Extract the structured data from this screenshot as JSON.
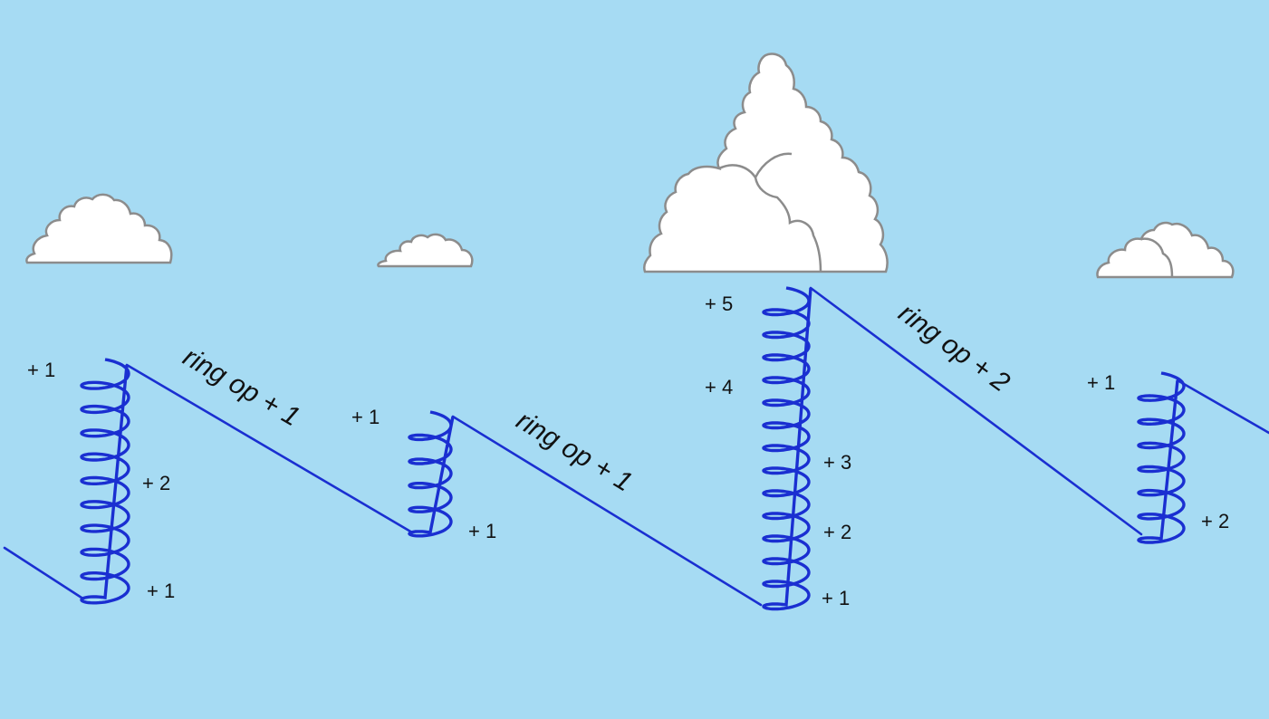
{
  "colors": {
    "sky": "#a6dbf3",
    "spring": "#1a2fd1",
    "cloud_fill": "#ffffff",
    "cloud_outline": "#8c8c8c"
  },
  "springs": [
    {
      "labels": [
        "+ 1",
        "+ 2",
        "+ 1"
      ]
    },
    {
      "labels": [
        "+ 1",
        "+ 1"
      ]
    },
    {
      "labels": [
        "+ 5",
        "+ 4",
        "+ 3",
        "+ 2",
        "+ 1"
      ]
    },
    {
      "labels": [
        "+ 1",
        "+ 2"
      ]
    }
  ],
  "ring_ops": [
    "ring op  + 1",
    "ring op  + 1",
    "ring op  + 2"
  ]
}
